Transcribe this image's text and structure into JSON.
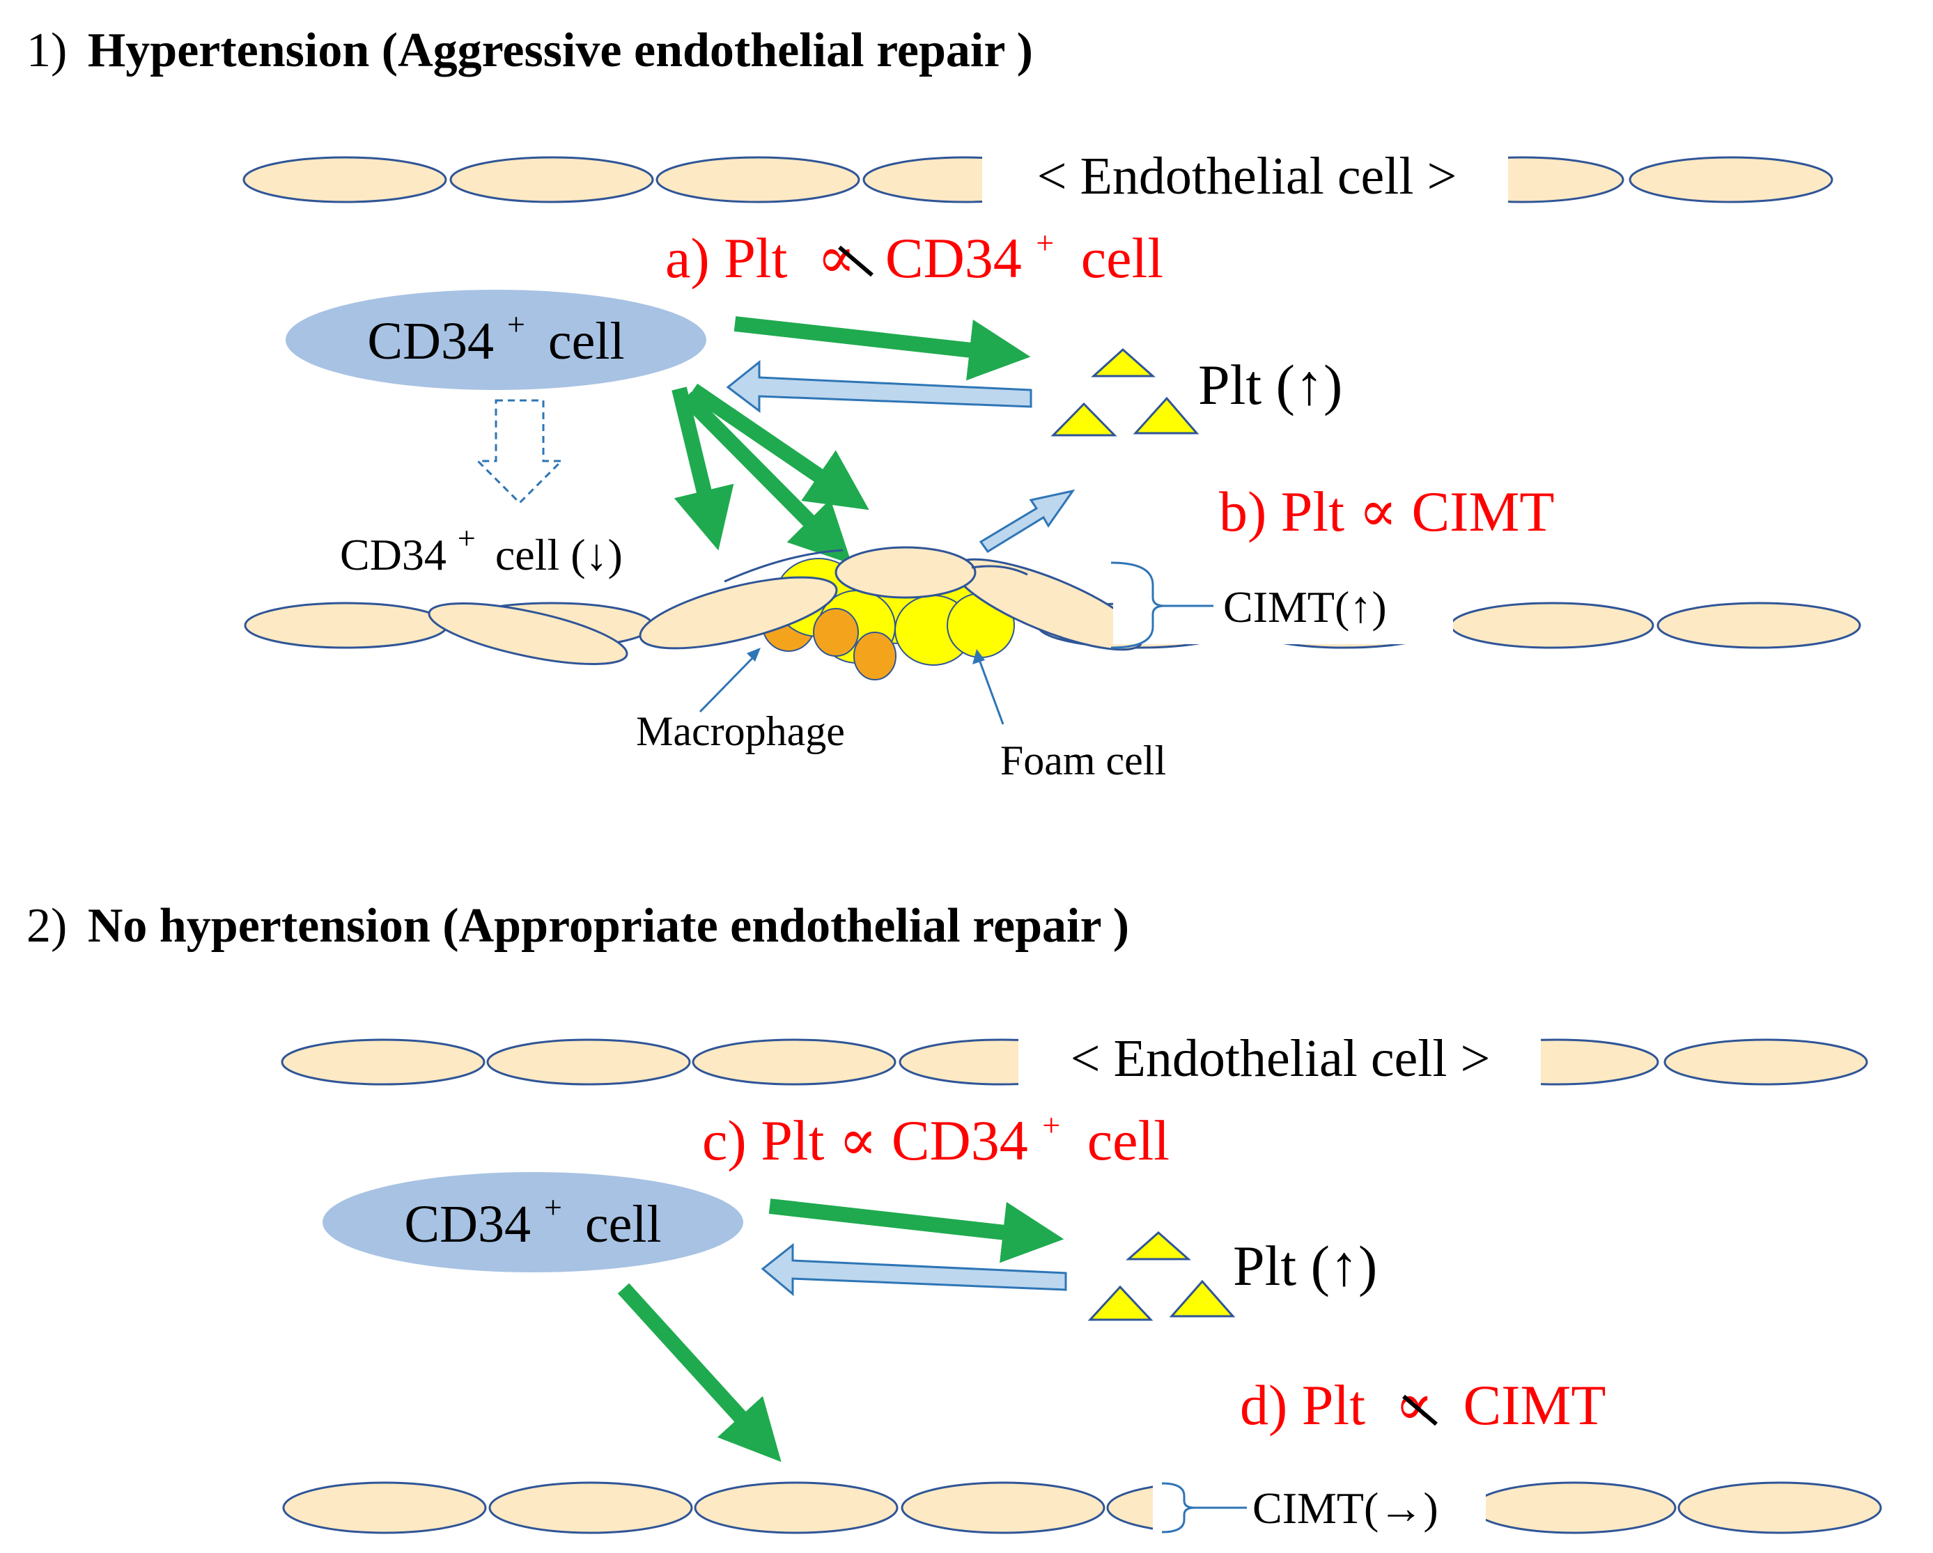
{
  "colors": {
    "cell_fill": "#fde9c4",
    "cell_stroke": "#2f5597",
    "cd34_fill": "#a7c2e3",
    "green_arrow": "#1faa4f",
    "blue_arrow_fill": "#bdd7ee",
    "blue_arrow_stroke": "#2e75b6",
    "platelet_fill": "#ffff00",
    "foam_fill": "#ffff00",
    "macrophage_fill": "#f4a41c",
    "label_red": "#ff0000"
  },
  "panel1": {
    "num": "1)",
    "title": "Hypertension (Aggressive endothelial repair )",
    "endothelial_label": "< Endothelial cell >",
    "rel_a_prefix": "a) Plt",
    "rel_a_symbol": "∝",
    "rel_a_suffix": "CD34",
    "rel_a_sup": "+",
    "rel_a_end": "cell",
    "cd34_main": "CD34",
    "cd34_sup": "+",
    "cd34_end": "cell",
    "plt_label": "Plt (↑)",
    "rel_b": "b) Plt ∝ CIMT",
    "cd34_down_main": "CD34",
    "cd34_down_sup": "+",
    "cd34_down_end": "cell (↓)",
    "cimt_label": "CIMT(↑)",
    "macrophage_label": "Macrophage",
    "foam_label": "Foam cell"
  },
  "panel2": {
    "num": "2)",
    "title": "No hypertension (Appropriate endothelial repair )",
    "endothelial_label": "< Endothelial cell >",
    "rel_c_prefix": "c) Plt ∝ CD34",
    "rel_c_sup": "+",
    "rel_c_end": "cell",
    "cd34_main": "CD34",
    "cd34_sup": "+",
    "cd34_end": "cell",
    "plt_label": "Plt (↑)",
    "rel_d_prefix": "d) Plt",
    "rel_d_symbol": "∝",
    "rel_d_suffix": "CIMT",
    "cimt_label": "CIMT(→)"
  }
}
